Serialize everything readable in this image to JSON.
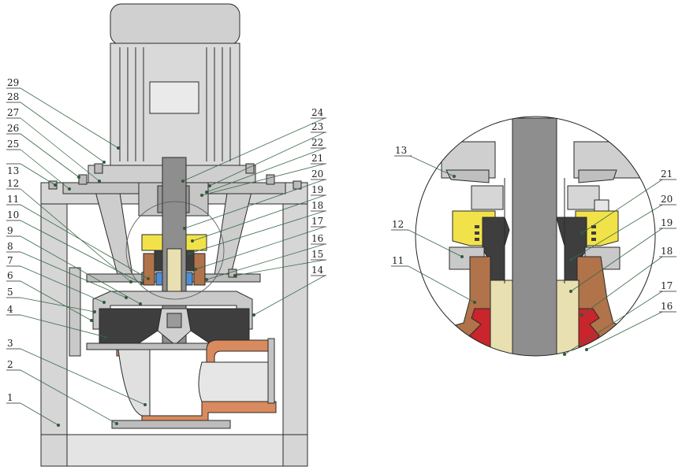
{
  "main_view": {
    "labels": [
      {
        "id": "1",
        "text": "1"
      },
      {
        "id": "2",
        "text": "2"
      },
      {
        "id": "3",
        "text": "3"
      },
      {
        "id": "4",
        "text": "4"
      },
      {
        "id": "5",
        "text": "5"
      },
      {
        "id": "6",
        "text": "6"
      },
      {
        "id": "7",
        "text": "7"
      },
      {
        "id": "8",
        "text": "8"
      },
      {
        "id": "9",
        "text": "9"
      },
      {
        "id": "10",
        "text": "10"
      },
      {
        "id": "11",
        "text": "11"
      },
      {
        "id": "12",
        "text": "12"
      },
      {
        "id": "13",
        "text": "13"
      },
      {
        "id": "14",
        "text": "14"
      },
      {
        "id": "15",
        "text": "15"
      },
      {
        "id": "16",
        "text": "16"
      },
      {
        "id": "17",
        "text": "17"
      },
      {
        "id": "18",
        "text": "18"
      },
      {
        "id": "19",
        "text": "19"
      },
      {
        "id": "20",
        "text": "20"
      },
      {
        "id": "21",
        "text": "21"
      },
      {
        "id": "22",
        "text": "22"
      },
      {
        "id": "23",
        "text": "23"
      },
      {
        "id": "24",
        "text": "24"
      },
      {
        "id": "25",
        "text": "25"
      },
      {
        "id": "26",
        "text": "26"
      },
      {
        "id": "27",
        "text": "27"
      },
      {
        "id": "28",
        "text": "28"
      },
      {
        "id": "29",
        "text": "29"
      }
    ]
  },
  "detail_view": {
    "labels": [
      {
        "id": "d13",
        "text": "13"
      },
      {
        "id": "d12",
        "text": "12"
      },
      {
        "id": "d11",
        "text": "11"
      },
      {
        "id": "d21",
        "text": "21"
      },
      {
        "id": "d20",
        "text": "20"
      },
      {
        "id": "d19",
        "text": "19"
      },
      {
        "id": "d18",
        "text": "18"
      },
      {
        "id": "d17",
        "text": "17"
      },
      {
        "id": "d16",
        "text": "16"
      }
    ]
  },
  "colors": {
    "steel": "#d3d3d3",
    "outline": "#2a2a2a",
    "bronze": "#b0734a",
    "dark_rubber": "#3e3e3e",
    "yellow_seal": "#f2e24a",
    "spring_red": "#c8252c",
    "beige_shaft_sleeve": "#e8e0b0",
    "blue_balls": "#4d8fd6",
    "pink_ring": "#e7b4c8",
    "leader_green": "#3a6a48"
  }
}
